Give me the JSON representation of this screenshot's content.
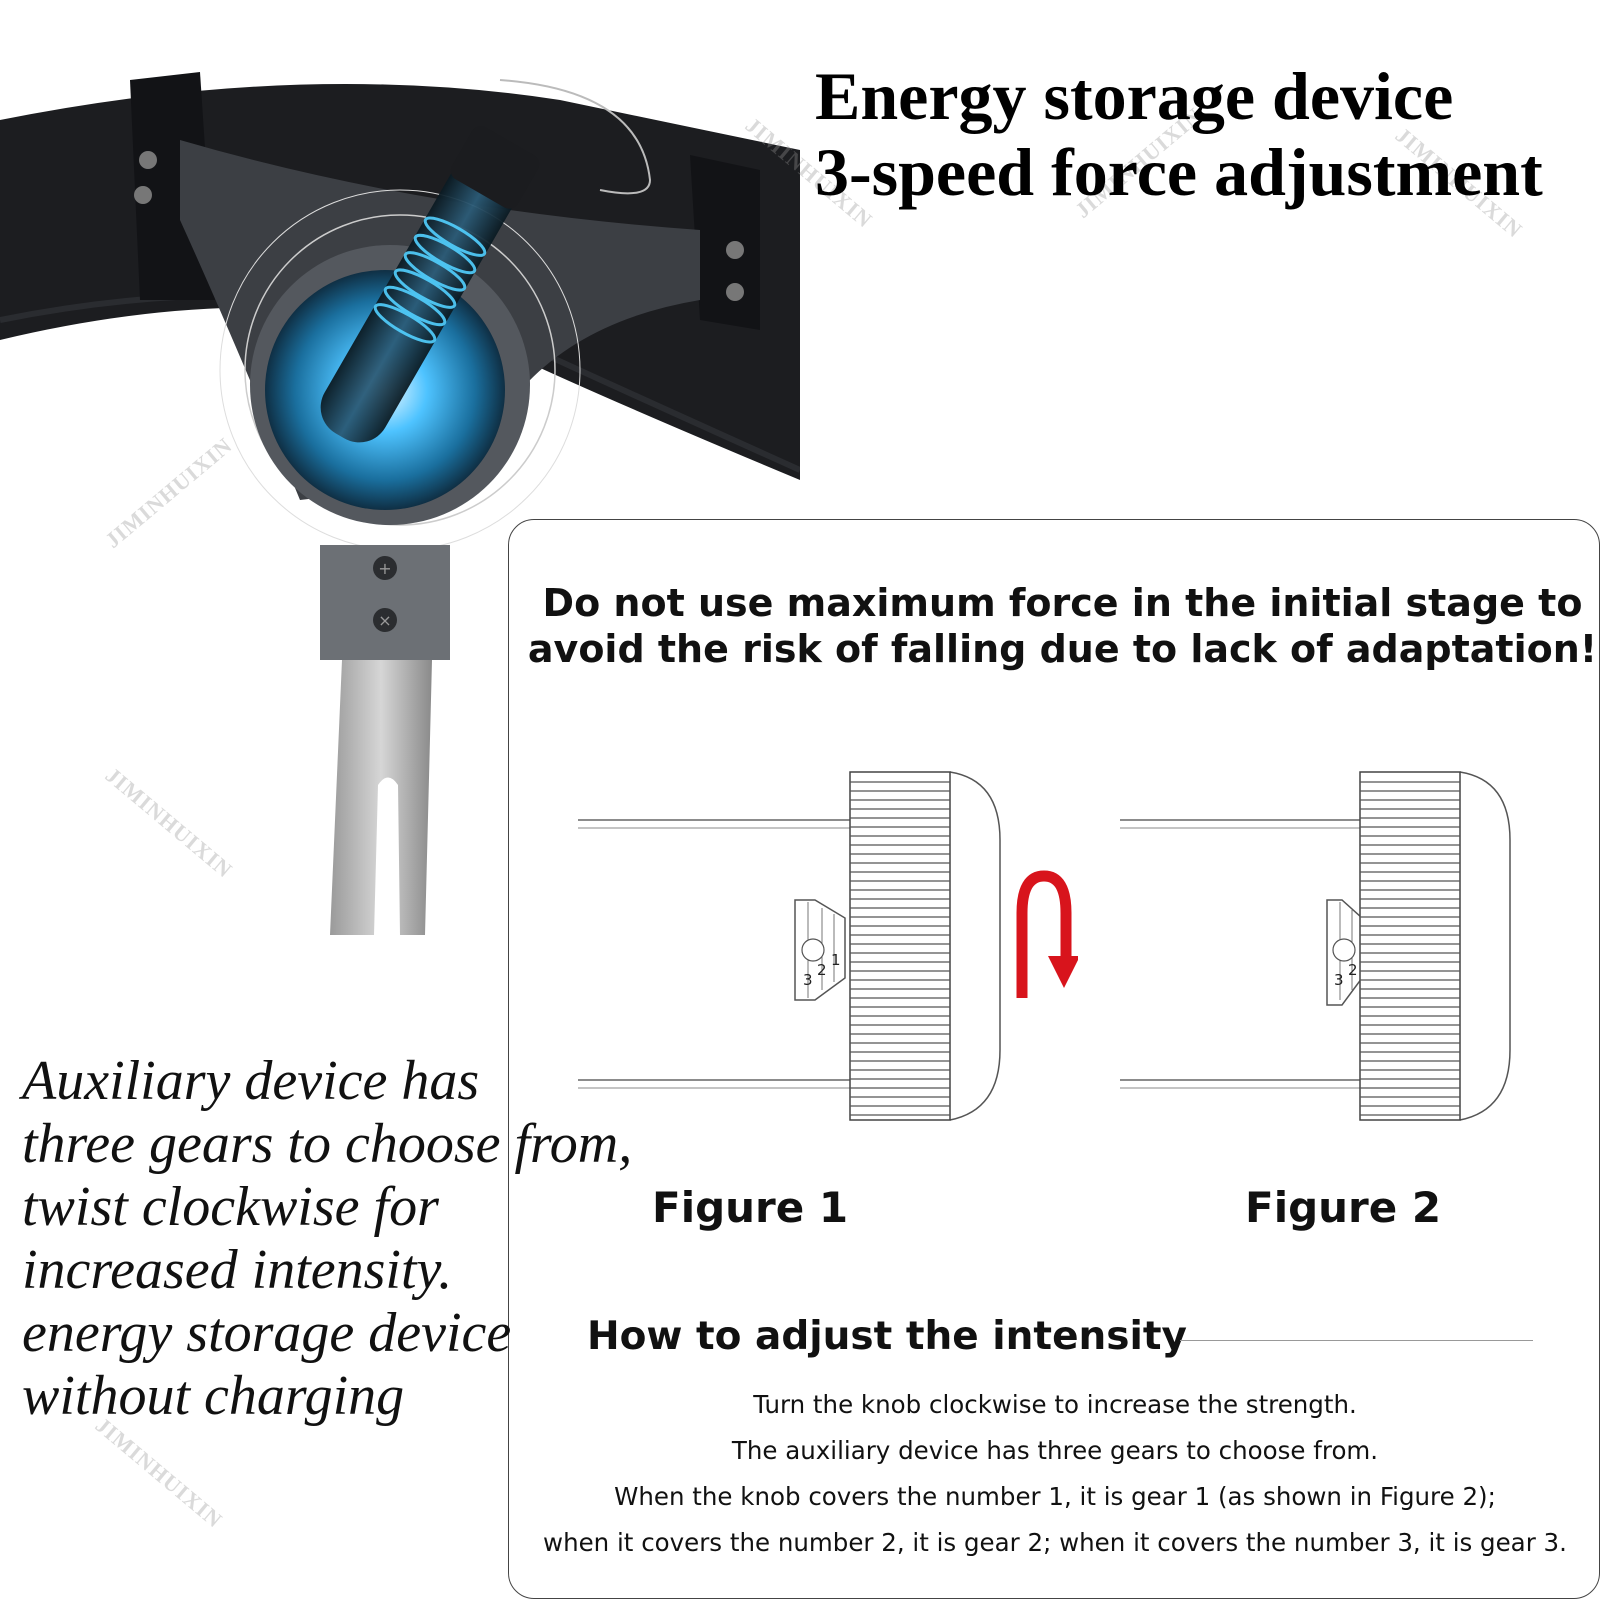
{
  "headline": {
    "line1": "Energy storage device",
    "line2": "3-speed force adjustment"
  },
  "watermark": "JIMINHUIXIN",
  "side_text": {
    "line1": "Auxiliary device has",
    "line2": "three gears to choose from,",
    "line3": "twist clockwise for",
    "line4": "increased intensity.",
    "line5": "energy storage device",
    "line6": "without charging"
  },
  "panel": {
    "warning_line1": "Do not use maximum force in the initial stage to",
    "warning_line2": "avoid the risk of falling due to lack of adaptation!",
    "figure1_label": "Figure 1",
    "figure2_label": "Figure 2",
    "figure1_gear_numbers": [
      "3",
      "2",
      "1"
    ],
    "figure2_gear_numbers": [
      "3",
      "2"
    ],
    "howto_title": "How to adjust the intensity",
    "instructions": [
      "Turn the knob clockwise to increase the strength.",
      "The auxiliary device has three gears to choose from.",
      "When the knob covers the number 1, it is gear 1 (as shown in Figure 2);",
      "when it covers the number 2, it is gear 2; when it covers the number 3, it is gear 3."
    ]
  },
  "colors": {
    "arrow": "#d8141c",
    "device_dark": "#1c1d20",
    "glow": "#33b6ff"
  }
}
